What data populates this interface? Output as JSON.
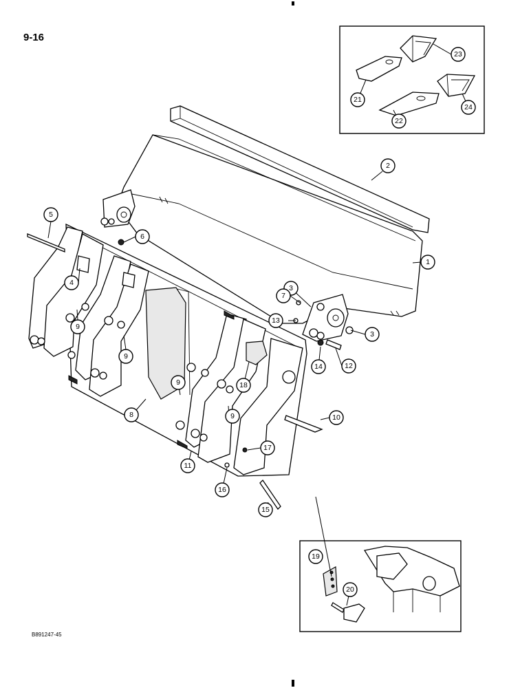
{
  "page": {
    "label": "9-16",
    "code": "B891247-45"
  },
  "callouts": [
    {
      "id": "c1",
      "text": "1"
    },
    {
      "id": "c2",
      "text": "2"
    },
    {
      "id": "c3a",
      "text": "3"
    },
    {
      "id": "c3b",
      "text": "3"
    },
    {
      "id": "c4",
      "text": "4"
    },
    {
      "id": "c5",
      "text": "5"
    },
    {
      "id": "c6",
      "text": "6"
    },
    {
      "id": "c7",
      "text": "7"
    },
    {
      "id": "c8",
      "text": "8"
    },
    {
      "id": "c9a",
      "text": "9"
    },
    {
      "id": "c9b",
      "text": "9"
    },
    {
      "id": "c9c",
      "text": "9"
    },
    {
      "id": "c9d",
      "text": "9"
    },
    {
      "id": "c10",
      "text": "10"
    },
    {
      "id": "c11",
      "text": "11"
    },
    {
      "id": "c12",
      "text": "12"
    },
    {
      "id": "c13",
      "text": "13"
    },
    {
      "id": "c14",
      "text": "14"
    },
    {
      "id": "c15",
      "text": "15"
    },
    {
      "id": "c16",
      "text": "16"
    },
    {
      "id": "c17",
      "text": "17"
    },
    {
      "id": "c18",
      "text": "18"
    },
    {
      "id": "c19",
      "text": "19"
    },
    {
      "id": "c20",
      "text": "20"
    },
    {
      "id": "c21",
      "text": "21"
    },
    {
      "id": "c22",
      "text": "22"
    },
    {
      "id": "c23",
      "text": "23"
    },
    {
      "id": "c24",
      "text": "24"
    }
  ]
}
